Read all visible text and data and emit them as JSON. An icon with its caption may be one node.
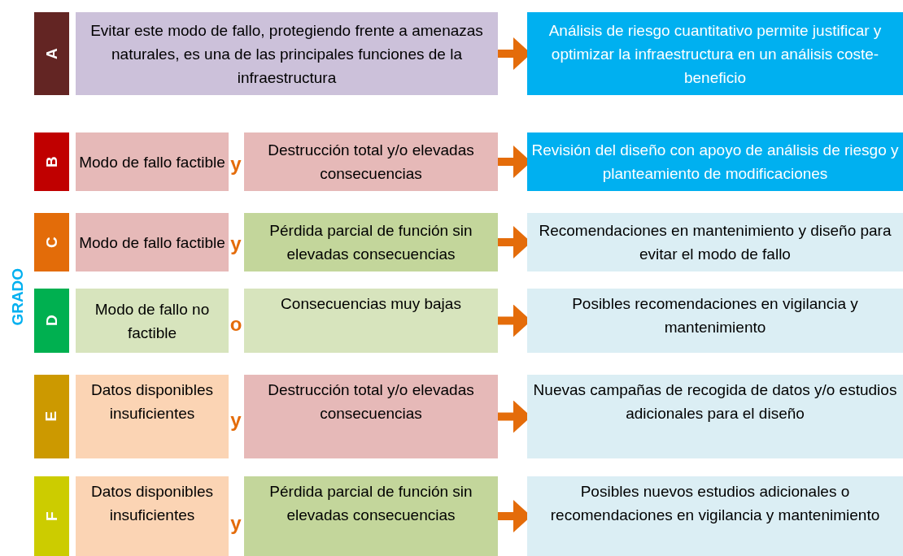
{
  "diagram": {
    "nodes": [
      {
        "text": [
          "A"
        ]
      },
      {
        "text": [
          "Evitar este modo de fallo, protegiendo frente a amenazas naturales, es una de las principales funciones de la infraestructura"
        ]
      },
      {
        "text": [
          "Análisis de riesgo cuantitativo permite justificar y optimizar la infraestructura en un análisis coste-beneficio"
        ]
      },
      {
        "text": [
          "B"
        ]
      },
      {
        "text": [
          "Modo de fallo factible"
        ]
      },
      {
        "text": [
          "Destrucción total y/o elevadas consecuencias"
        ]
      },
      {
        "text": [
          "Revisión del diseño con apoyo de análisis de riesgo y planteamiento de modificaciones"
        ]
      },
      {
        "text": [
          "C"
        ]
      },
      {
        "text": [
          "Modo de fallo factible"
        ]
      },
      {
        "text": [
          "Pérdida parcial de función sin elevadas consecuencias"
        ]
      },
      {
        "text": [
          "Recomendaciones en mantenimiento y diseño para evitar el modo de fallo"
        ]
      },
      {
        "text": [
          "D"
        ]
      },
      {
        "text": [
          "Modo de fallo no factible"
        ]
      },
      {
        "text": [
          "Consecuencias muy bajas"
        ]
      },
      {
        "text": [
          "Posibles recomendaciones en vigilancia y mantenimiento"
        ]
      },
      {
        "text": [
          "E"
        ]
      },
      {
        "text": [
          "Datos disponibles insuficientes"
        ]
      },
      {
        "text": [
          "Destrucción total y/o elevadas consecuencias"
        ]
      },
      {
        "text": [
          "Nuevas campañas de recogida de datos y/o estudios adicionales para el diseño"
        ]
      },
      {
        "text": [
          "F"
        ]
      },
      {
        "text": [
          "Datos disponibles insuficientes"
        ]
      },
      {
        "text": [
          "Pérdida parcial de función sin elevadas consecuencias"
        ]
      },
      {
        "text": [
          "Posibles nuevos estudios adicionales o recomendaciones en vigilancia y mantenimiento"
        ]
      }
    ],
    "edges": [
      {
        "from": 1,
        "to": 2,
        "arrow": "to"
      },
      {
        "from": 5,
        "to": 6,
        "arrow": "to"
      },
      {
        "from": 9,
        "to": 10,
        "arrow": "to"
      },
      {
        "from": 13,
        "to": 14,
        "arrow": "to"
      },
      {
        "from": 17,
        "to": 18,
        "arrow": "to"
      },
      {
        "from": 21,
        "to": 22,
        "arrow": "to"
      }
    ],
    "labels": [
      "GRADO",
      "y",
      "y",
      "o",
      "y",
      "y"
    ]
  }
}
